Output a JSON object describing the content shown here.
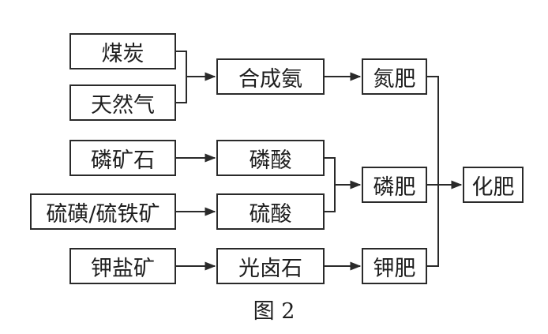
{
  "diagram": {
    "nodes": {
      "coal": "煤炭",
      "natural_gas": "天然气",
      "ammonia": "合成氨",
      "nitrogen_fertilizer": "氮肥",
      "phosphate_rock": "磷矿石",
      "phosphoric_acid": "磷酸",
      "sulfur_pyrite": "硫磺/硫铁矿",
      "sulfuric_acid": "硫酸",
      "phosphate_fertilizer": "磷肥",
      "potash_ore": "钾盐矿",
      "bittern": "光卤石",
      "potash_fertilizer": "钾肥",
      "fertilizer": "化肥"
    },
    "edges": [
      [
        "coal",
        "ammonia"
      ],
      [
        "natural_gas",
        "ammonia"
      ],
      [
        "ammonia",
        "nitrogen_fertilizer"
      ],
      [
        "phosphate_rock",
        "phosphoric_acid"
      ],
      [
        "sulfur_pyrite",
        "sulfuric_acid"
      ],
      [
        "phosphoric_acid",
        "phosphate_fertilizer"
      ],
      [
        "sulfuric_acid",
        "phosphate_fertilizer"
      ],
      [
        "potash_ore",
        "bittern"
      ],
      [
        "bittern",
        "potash_fertilizer"
      ],
      [
        "nitrogen_fertilizer",
        "fertilizer"
      ],
      [
        "phosphate_fertilizer",
        "fertilizer"
      ],
      [
        "potash_fertilizer",
        "fertilizer"
      ]
    ],
    "caption": "图 2",
    "line_color": "#2a2a2a"
  }
}
